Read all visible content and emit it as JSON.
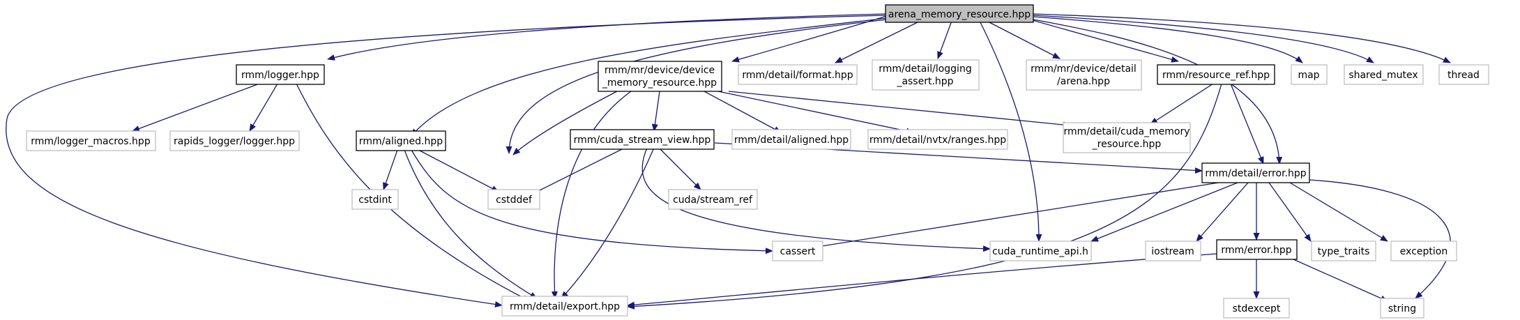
{
  "nodes": {
    "arena": "arena_memory_resource.hpp",
    "logger": "rmm/logger.hpp",
    "devmr": [
      "rmm/mr/device/device",
      "_memory_resource.hpp"
    ],
    "format": "rmm/detail/format.hpp",
    "logging_assert": [
      "rmm/detail/logging",
      "_assert.hpp"
    ],
    "detail_arena": [
      "rmm/mr/device/detail",
      "/arena.hpp"
    ],
    "resource_ref": "rmm/resource_ref.hpp",
    "map": "map",
    "shared_mutex": "shared_mutex",
    "thread": "thread",
    "logger_macros": "rmm/logger_macros.hpp",
    "rapids_logger": "rapids_logger/logger.hpp",
    "aligned": "rmm/aligned.hpp",
    "csv": "rmm/cuda_stream_view.hpp",
    "detail_aligned": "rmm/detail/aligned.hpp",
    "nvtx": "rmm/detail/nvtx/ranges.hpp",
    "cuda_mem": [
      "rmm/detail/cuda_memory",
      "_resource.hpp"
    ],
    "cstdint": "cstdint",
    "cstddef": "cstddef",
    "stream_ref": "cuda/stream_ref",
    "detail_error": "rmm/detail/error.hpp",
    "cassert": "cassert",
    "cuda_runtime": "cuda_runtime_api.h",
    "iostream": "iostream",
    "error": "rmm/error.hpp",
    "type_traits": "type_traits",
    "exception": "exception",
    "export": "rmm/detail/export.hpp",
    "stdexcept": "stdexcept",
    "string": "string"
  },
  "colors": {
    "edge": "#191970",
    "root_fill": "#bfbfbf",
    "documented_border": "#000000",
    "external_border": "#bfbfbf",
    "external_text": "#000000"
  }
}
